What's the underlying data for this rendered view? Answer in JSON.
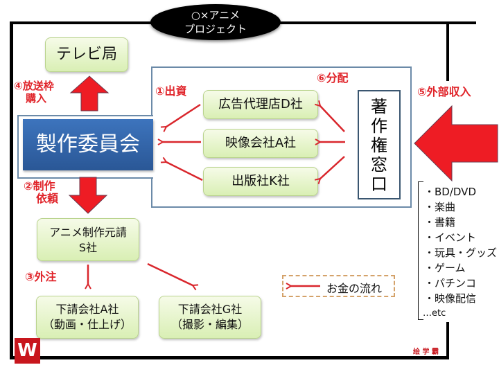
{
  "title": {
    "line1": "○×アニメ",
    "line2": "プロジェクト"
  },
  "nodes": {
    "tv": "テレビ局",
    "committee": "製作委員会",
    "ad_agency": "広告代理店D社",
    "video_company": "映像会社A社",
    "publisher": "出版社K社",
    "copyright_window": [
      "著",
      "作",
      "権",
      "窓",
      "口"
    ],
    "prime_studio": {
      "line1": "アニメ制作元請",
      "line2": "S社"
    },
    "sub_a": {
      "line1": "下請会社A社",
      "line2": "（動画・仕上げ）"
    },
    "sub_g": {
      "line1": "下請会社G社",
      "line2": "（撮影・編集）"
    }
  },
  "steps": {
    "s1": "①出資",
    "s2": {
      "line1": "②制作",
      "line2": "依頼"
    },
    "s3": "③外注",
    "s4": {
      "line1": "④放送枠",
      "line2": "購入"
    },
    "s5": "⑤外部収入",
    "s6": "⑥分配"
  },
  "income_sources": [
    "・BD/DVD",
    "・楽曲",
    "・書籍",
    "・イベント",
    "・玩具・グッズ",
    "・ゲーム",
    "・パチンコ",
    "・映像配信",
    "…etc"
  ],
  "legend": {
    "label": "お金の流れ"
  },
  "watermark": {
    "brand": "绘 学 霸"
  },
  "colors": {
    "arrow_red": "#e0242a",
    "committee_blue": "#2f63a8",
    "box_green": "#d9efb4",
    "legend_border": "#d4a26a"
  }
}
